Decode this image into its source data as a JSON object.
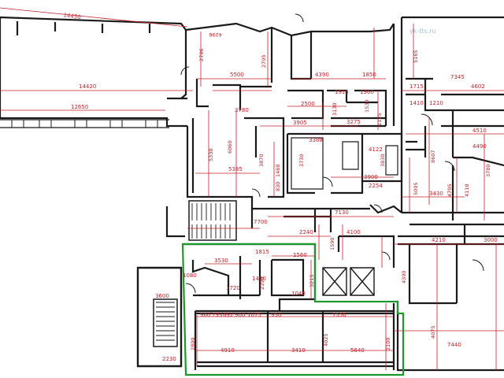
{
  "colors": {
    "wall": "#1a1a1a",
    "dimension": "#c0202a",
    "highlight": "#1a9a2a",
    "watermark": "#9fc0dc"
  },
  "watermark": "yk-tts.ru",
  "dimensions_h": [
    {
      "id": "d14430",
      "label": "14430"
    },
    {
      "id": "d14420",
      "label": "14420"
    },
    {
      "id": "d12650",
      "label": "12650"
    },
    {
      "id": "d5500",
      "label": "5500"
    },
    {
      "id": "d4390",
      "label": "4390"
    },
    {
      "id": "d1850",
      "label": "1850"
    },
    {
      "id": "d7345",
      "label": "7345"
    },
    {
      "id": "d4602",
      "label": "4602"
    },
    {
      "id": "d1715",
      "label": "1715"
    },
    {
      "id": "d1915",
      "label": "1915"
    },
    {
      "id": "d1360",
      "label": "1360"
    },
    {
      "id": "d3780a",
      "label": "3780"
    },
    {
      "id": "d2500",
      "label": "2500"
    },
    {
      "id": "d1410",
      "label": "1410"
    },
    {
      "id": "d1210",
      "label": "1210"
    },
    {
      "id": "d3905",
      "label": "3905"
    },
    {
      "id": "d3275",
      "label": "3275"
    },
    {
      "id": "d4510",
      "label": "4510"
    },
    {
      "id": "d3388",
      "label": "3388"
    },
    {
      "id": "d4122",
      "label": "4122"
    },
    {
      "id": "d4490",
      "label": "4490"
    },
    {
      "id": "d5385",
      "label": "5385"
    },
    {
      "id": "d3900",
      "label": "3900"
    },
    {
      "id": "d2254",
      "label": "2254"
    },
    {
      "id": "d3430",
      "label": "3430"
    },
    {
      "id": "d7130",
      "label": "7130"
    },
    {
      "id": "d7700",
      "label": "7700"
    },
    {
      "id": "d2240",
      "label": "2240"
    },
    {
      "id": "d4100",
      "label": "4100"
    },
    {
      "id": "d4210",
      "label": "4210"
    },
    {
      "id": "d3000",
      "label": "3000"
    },
    {
      "id": "d3530",
      "label": "3530"
    },
    {
      "id": "d1815",
      "label": "1815"
    },
    {
      "id": "d1560",
      "label": "1560"
    },
    {
      "id": "d1080",
      "label": "1080"
    },
    {
      "id": "d1430",
      "label": "1430"
    },
    {
      "id": "d1720",
      "label": "1720"
    },
    {
      "id": "d1040",
      "label": "1040"
    },
    {
      "id": "d960",
      "label": "960"
    },
    {
      "id": "d793",
      "label": "793"
    },
    {
      "id": "d692",
      "label": "692"
    },
    {
      "id": "d900",
      "label": "900"
    },
    {
      "id": "d1075",
      "label": "1075"
    },
    {
      "id": "d950",
      "label": "950"
    },
    {
      "id": "d7550",
      "label": "7550"
    },
    {
      "id": "d4910",
      "label": "4910"
    },
    {
      "id": "d3410",
      "label": "3410"
    },
    {
      "id": "d5640",
      "label": "5640"
    },
    {
      "id": "d7440",
      "label": "7440"
    },
    {
      "id": "d2230",
      "label": "2230"
    },
    {
      "id": "d3600",
      "label": "3600"
    }
  ],
  "dimensions_v": [
    {
      "id": "v2796",
      "label": "2796"
    },
    {
      "id": "v2795",
      "label": "2795"
    },
    {
      "id": "v4296",
      "label": "4296"
    },
    {
      "id": "v3130",
      "label": "3130"
    },
    {
      "id": "v1530",
      "label": "1530"
    },
    {
      "id": "v1125",
      "label": "1125"
    },
    {
      "id": "v5165",
      "label": "5165"
    },
    {
      "id": "v6060",
      "label": "6060"
    },
    {
      "id": "v3870",
      "label": "3870"
    },
    {
      "id": "v5330",
      "label": "5330"
    },
    {
      "id": "v1460",
      "label": "1460"
    },
    {
      "id": "v830",
      "label": "830"
    },
    {
      "id": "v3730",
      "label": "3730"
    },
    {
      "id": "v3830",
      "label": "3830"
    },
    {
      "id": "v5095",
      "label": "5095"
    },
    {
      "id": "v4705",
      "label": "4705"
    },
    {
      "id": "v8607",
      "label": "8607"
    },
    {
      "id": "v4110",
      "label": "4110"
    },
    {
      "id": "v3780b",
      "label": "3780"
    },
    {
      "id": "v1590",
      "label": "1590"
    },
    {
      "id": "v4390b",
      "label": "4390"
    },
    {
      "id": "v4075",
      "label": "4075"
    },
    {
      "id": "v3215",
      "label": "3215"
    },
    {
      "id": "v4025",
      "label": "4025"
    },
    {
      "id": "v2800",
      "label": "2800"
    },
    {
      "id": "v2100",
      "label": "2100"
    },
    {
      "id": "v2390",
      "label": "2390"
    }
  ]
}
